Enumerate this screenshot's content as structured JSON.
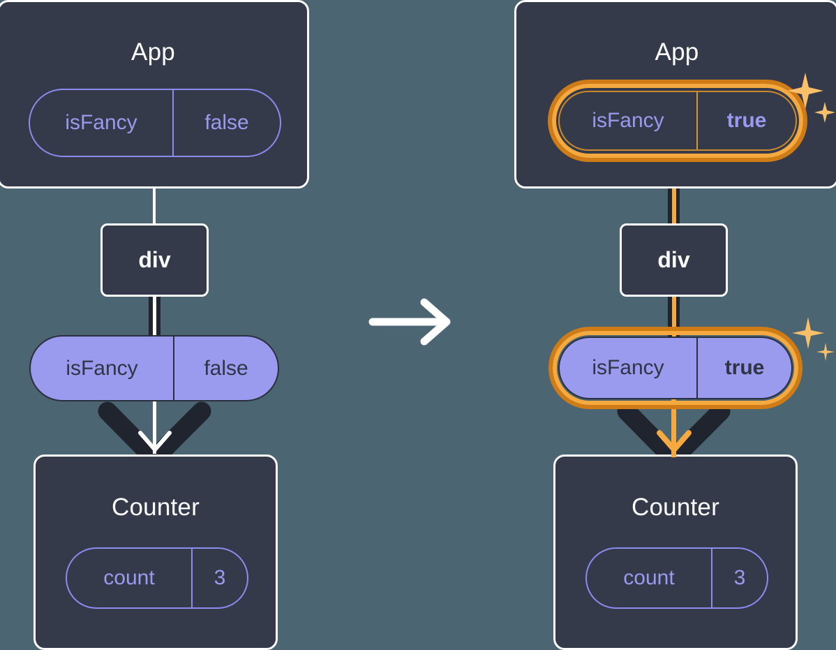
{
  "diagram": {
    "type": "react-state-propagation",
    "background_color": "#4c6573",
    "transition_icon": "arrow-right-icon",
    "panels": [
      {
        "id": "before",
        "app": {
          "title": "App",
          "state_pill": {
            "key": "isFancy",
            "value": "false",
            "style": "outline",
            "highlighted": false,
            "bold_value": false
          }
        },
        "div": {
          "label": "div"
        },
        "prop_pill": {
          "key": "isFancy",
          "value": "false",
          "style": "filled",
          "highlighted": false,
          "bold_value": false
        },
        "counter": {
          "title": "Counter",
          "state_pill": {
            "key": "count",
            "value": "3",
            "style": "outline",
            "highlighted": false,
            "bold_value": false
          }
        }
      },
      {
        "id": "after",
        "app": {
          "title": "App",
          "state_pill": {
            "key": "isFancy",
            "value": "true",
            "style": "outline",
            "highlighted": true,
            "bold_value": true
          }
        },
        "div": {
          "label": "div"
        },
        "prop_pill": {
          "key": "isFancy",
          "value": "true",
          "style": "filled",
          "highlighted": true,
          "bold_value": true
        },
        "counter": {
          "title": "Counter",
          "state_pill": {
            "key": "count",
            "value": "3",
            "style": "outline",
            "highlighted": false,
            "bold_value": false
          }
        }
      }
    ],
    "colors": {
      "box_fill": "#343a4a",
      "box_border": "#ffffff",
      "pill_purple": "#9a9aef",
      "pill_text_dark": "#2f3544",
      "highlight_outer": "#cf7c16",
      "highlight_inner": "#f6a93e",
      "sparkle": "#fbbf6a",
      "wire_dark": "#20242e",
      "wire_white": "#ffffff"
    }
  }
}
